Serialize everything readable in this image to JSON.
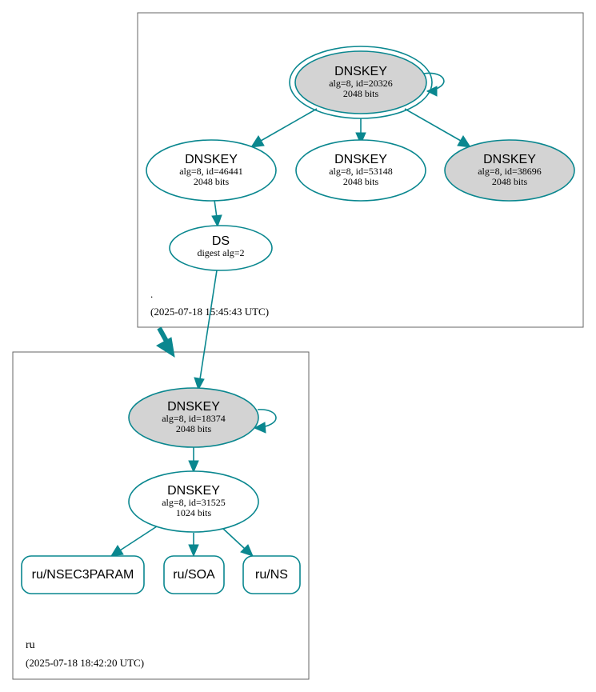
{
  "colors": {
    "edge": "#0a878f",
    "node_border": "#0a878f",
    "ksk_fill": "#d3d3d3",
    "zsk_fill": "#ffffff",
    "zone_border": "#666666",
    "text": "#000000"
  },
  "zones": {
    "root": {
      "name": ".",
      "timestamp": "(2025-07-18 15:45:43 UTC)",
      "nodes": {
        "ksk_20326": {
          "title": "DNSKEY",
          "detail": "alg=8, id=20326",
          "size": "2048 bits"
        },
        "zsk_46441": {
          "title": "DNSKEY",
          "detail": "alg=8, id=46441",
          "size": "2048 bits"
        },
        "zsk_53148": {
          "title": "DNSKEY",
          "detail": "alg=8, id=53148",
          "size": "2048 bits"
        },
        "ksk_38696": {
          "title": "DNSKEY",
          "detail": "alg=8, id=38696",
          "size": "2048 bits"
        },
        "ds": {
          "title": "DS",
          "detail": "digest alg=2"
        }
      }
    },
    "ru": {
      "name": "ru",
      "timestamp": "(2025-07-18 18:42:20 UTC)",
      "nodes": {
        "ksk_18374": {
          "title": "DNSKEY",
          "detail": "alg=8, id=18374",
          "size": "2048 bits"
        },
        "zsk_31525": {
          "title": "DNSKEY",
          "detail": "alg=8, id=31525",
          "size": "1024 bits"
        }
      },
      "rrsets": {
        "nsec3param": "ru/NSEC3PARAM",
        "soa": "ru/SOA",
        "ns": "ru/NS"
      }
    }
  }
}
